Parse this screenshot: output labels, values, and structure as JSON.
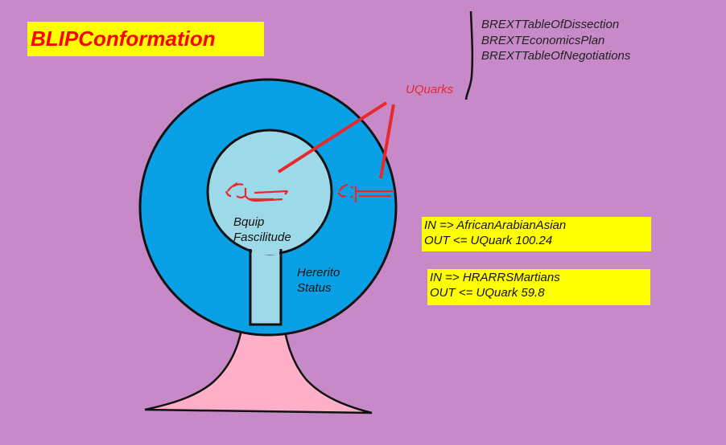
{
  "title": "BLIPConformation",
  "legend_items": [
    "BREXTTableOfDissection",
    "BREXTEconomicsPlan",
    "BREXTTableOfNegotiations"
  ],
  "uquarks_label": "UQuarks",
  "inner_label": [
    "Bquip",
    "Fascilitude"
  ],
  "outer_label": [
    "Hererito",
    "Status"
  ],
  "io_boxes": [
    {
      "in": "IN => AfricanArabianAsian",
      "out": "OUT <= UQuark 100.24"
    },
    {
      "in": "IN => HRARRSMartians",
      "out": "OUT <= UQuark 59.8"
    }
  ],
  "colors": {
    "background": "#c889c8",
    "outer_ring": "#0aa0e6",
    "inner_circle": "#9ed9ea",
    "stem": "#9ed9ea",
    "base": "#ffb0c8",
    "title_bg": "#ffff00",
    "title_text": "#ff0000",
    "accent_red": "#e8282c"
  }
}
